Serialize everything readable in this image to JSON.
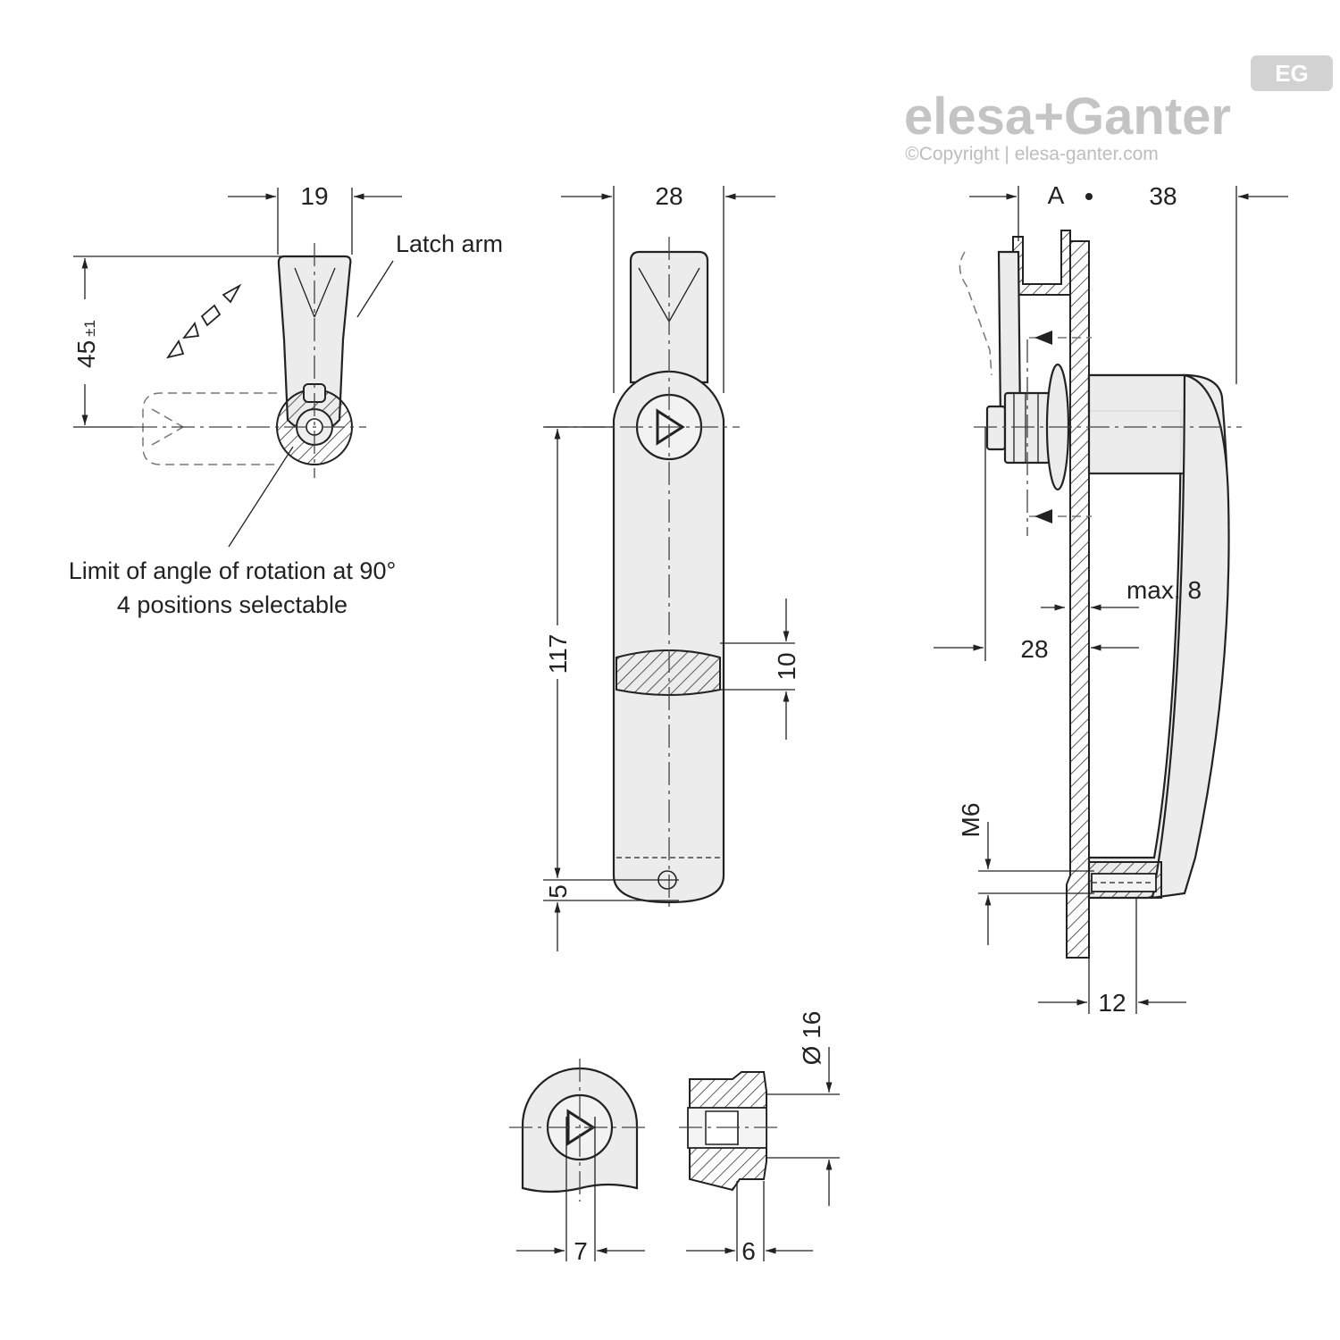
{
  "logo": {
    "badge": "EG",
    "brand": "elesa+Ganter",
    "copyright": "©Copyright | elesa-ganter.com"
  },
  "annotations": {
    "latch_arm": "Latch arm",
    "rotation_line1": "Limit of angle of rotation at 90°",
    "rotation_line2": "4 positions selectable"
  },
  "dimensions": {
    "d19": "19",
    "d45": "45",
    "d45_tol": "±1",
    "d28_front": "28",
    "d117": "117",
    "d10": "10",
    "d5": "5",
    "label_a": "A",
    "d38": "38",
    "dmax8": "max. 8",
    "d28_side": "28",
    "dm6": "M6",
    "d12": "12",
    "dia16": "Ø 16",
    "d7": "7",
    "d6": "6"
  }
}
